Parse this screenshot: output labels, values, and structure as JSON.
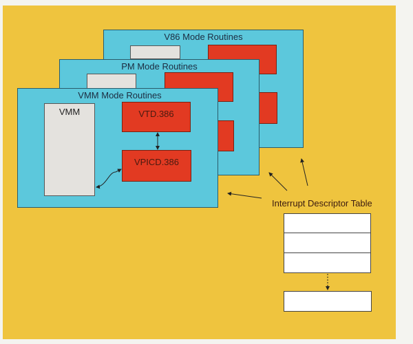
{
  "panels": {
    "v86": {
      "title": "V86 Mode Routines"
    },
    "pm": {
      "title": "PM Mode Routines"
    },
    "vmm": {
      "title": "VMM Mode Routines",
      "vmm_label": "VMM",
      "vtd_label": "VTD.386",
      "vpicd_label": "VPICD.386"
    }
  },
  "idt": {
    "label": "Interrupt Descriptor Table"
  },
  "colors": {
    "background": "#efc43e",
    "panel": "#5cc8dc",
    "module": "#e23a22",
    "vmm_block": "#e4e2de"
  }
}
